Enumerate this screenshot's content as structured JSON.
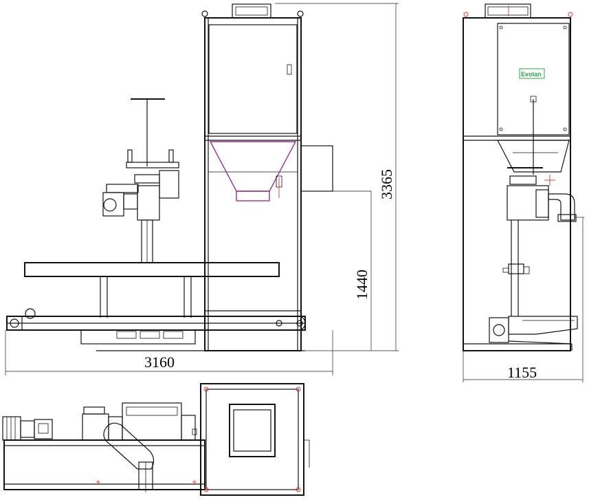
{
  "dimensions": {
    "side_width": "3160",
    "total_height": "3365",
    "discharge_height": "1440",
    "front_width": "1155"
  },
  "logo_text": "Evolan",
  "colors": {
    "line": "#111111",
    "hopper_outline": "#9b2f8a",
    "marker": "#e0322c",
    "logo_green": "#2aa84a"
  }
}
